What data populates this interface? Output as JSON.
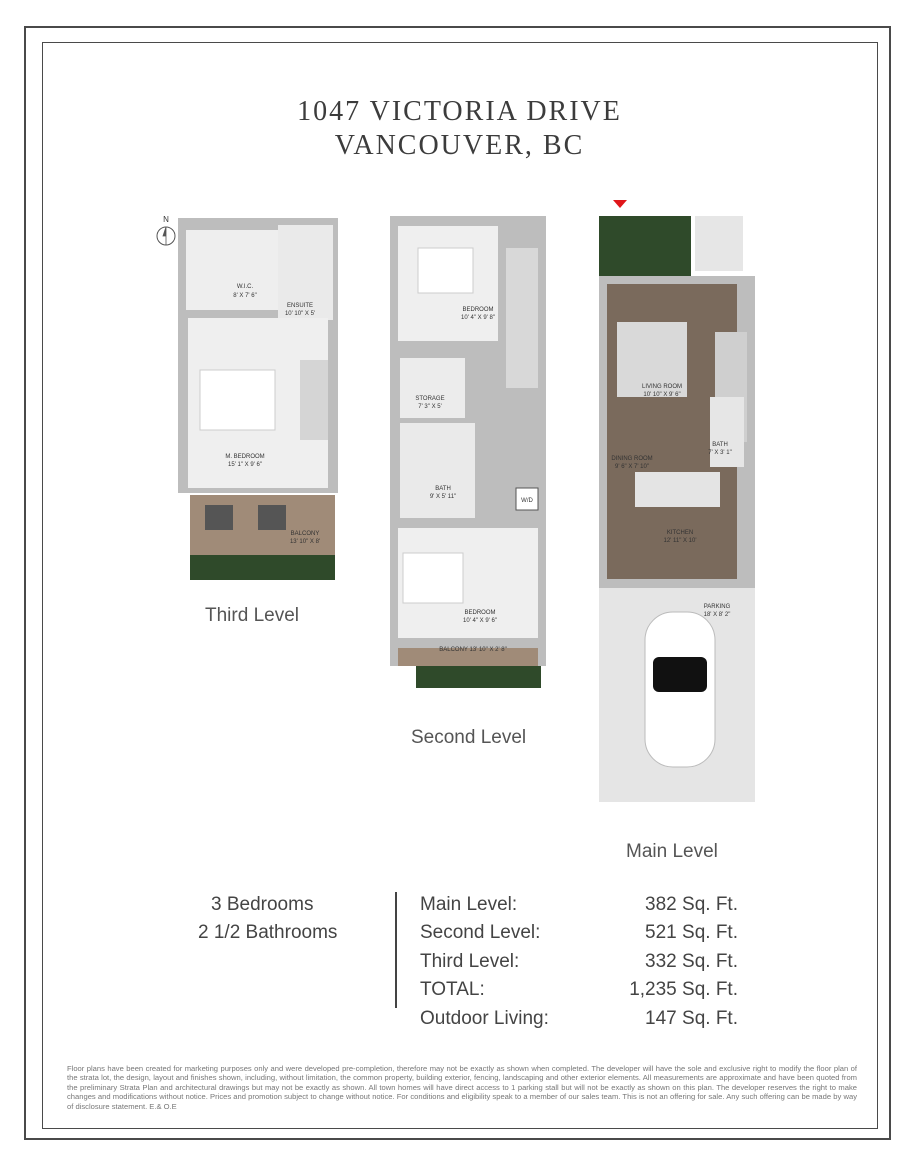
{
  "header": {
    "line1": "1047 VICTORIA DRIVE",
    "line2": "VANCOUVER, BC"
  },
  "compass": {
    "label": "N"
  },
  "levels": {
    "third": "Third Level",
    "second": "Second Level",
    "main": "Main Level"
  },
  "rooms": {
    "wic_name": "W.I.C.",
    "wic_size": "8' X 7' 6\"",
    "ensuite_name": "ENSUITE",
    "ensuite_size": "10' 10\" X 5'",
    "mbed_name": "M. BEDROOM",
    "mbed_size": "15' 1\" X 9' 6\"",
    "balcony3_name": "BALCONY",
    "balcony3_size": "13' 10\" X 8'",
    "bed2a_name": "BEDROOM",
    "bed2a_size": "10' 4\" X 9' 8\"",
    "storage_name": "STORAGE",
    "storage_size": "7' 3\" X 5'",
    "bath2_name": "BATH",
    "bath2_size": "9' X 5' 11\"",
    "wd": "W/D",
    "bed2b_name": "BEDROOM",
    "bed2b_size": "10' 4\" X 9' 6\"",
    "balcony2": "BALCONY 13' 10\" X 2' 8\"",
    "living_name": "LIVING ROOM",
    "living_size": "10' 10\" X 9' 6\"",
    "dining_name": "DINING ROOM",
    "dining_size": "9' 6\" X 7' 10\"",
    "bath1_name": "BATH",
    "bath1_size": "7' X 3' 1\"",
    "kitchen_name": "KITCHEN",
    "kitchen_size": "12' 11\" X 10'",
    "parking_name": "PARKING",
    "parking_size": "18' X 8' 2\""
  },
  "summary": {
    "bedrooms": "3 Bedrooms",
    "bathrooms": "2 1/2 Bathrooms"
  },
  "areas": [
    {
      "label": "Main Level:",
      "value": "382 Sq. Ft."
    },
    {
      "label": "Second Level:",
      "value": "521 Sq. Ft."
    },
    {
      "label": "Third Level:",
      "value": "332 Sq. Ft."
    },
    {
      "label": "TOTAL:",
      "value": "1,235 Sq. Ft."
    },
    {
      "label": "Outdoor Living:",
      "value": "147 Sq. Ft."
    }
  ],
  "disclaimer": "Floor plans have been created for marketing purposes only and were developed pre-completion, therefore may not be exactly as shown when completed. The developer will have the sole and exclusive right to modify the floor plan of the strata lot, the design, layout and finishes shown, including, without limitation, the common property, building exterior, fencing, landscaping and other exterior elements. All measurements are approximate and have been quoted from the preliminary Strata Plan and architectural drawings but may not be exactly as shown. All town homes will have direct access to 1 parking stall but will not be exactly as shown on this plan. The developer reserves the right to make changes and modifications without notice. Prices and promotion subject to change without notice. For conditions and eligibility speak to a member of our sales team. This is not an offering for sale. Any such offering can be made by way of disclosure statement. E.& O.E",
  "colors": {
    "border": "#4a4a4a",
    "wall": "#b9b9b9",
    "floor_light": "#ededed",
    "floor_wood": "#7a6a5c",
    "deck": "#a08b78",
    "planter": "#2f4a2a",
    "entry_marker": "#e0161a"
  }
}
